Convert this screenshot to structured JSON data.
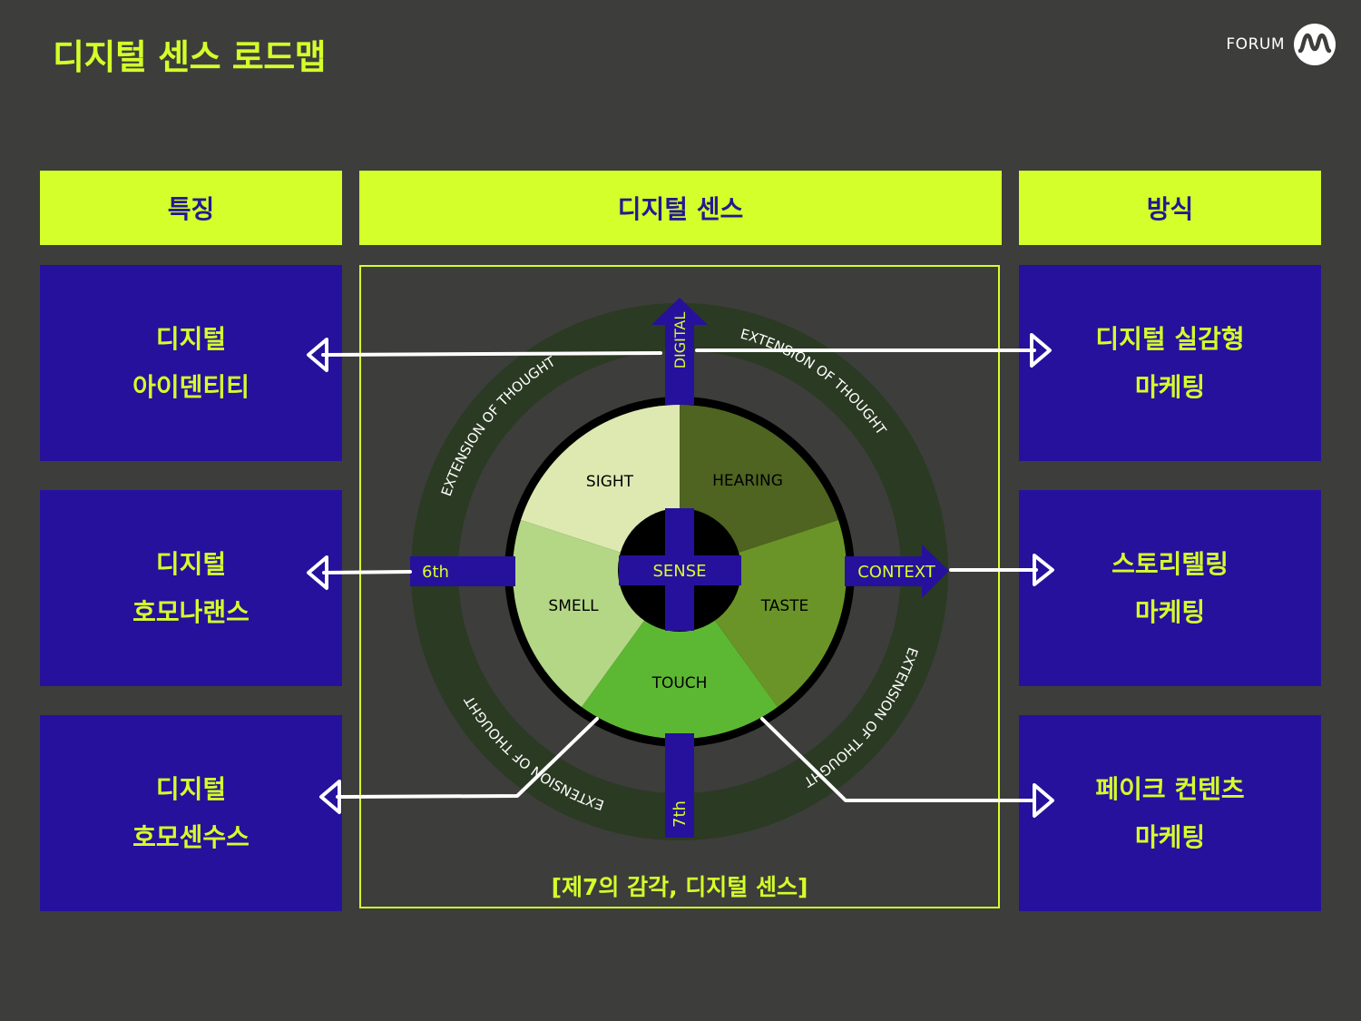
{
  "page_title": "디지털 센스 로드맵",
  "brand": {
    "text": "FORUM",
    "logo_icon": "wave-m-logo-icon"
  },
  "headers": {
    "left": "특징",
    "center": "디지털 센스",
    "right": "방식"
  },
  "left_cards": [
    {
      "line1": "디지털",
      "line2": "아이덴티티"
    },
    {
      "line1": "디지털",
      "line2": "호모나랜스"
    },
    {
      "line1": "디지털",
      "line2": "호모센수스"
    }
  ],
  "right_cards": [
    {
      "line1": "디지털 실감형",
      "line2": "마케팅"
    },
    {
      "line1": "스토리텔링",
      "line2": "마케팅"
    },
    {
      "line1": "페이크 컨텐츠",
      "line2": "마케팅"
    }
  ],
  "diagram": {
    "center": "SENSE",
    "senses": [
      "SIGHT",
      "HEARING",
      "TASTE",
      "TOUCH",
      "SMELL"
    ],
    "arrows": {
      "top": "DIGITAL",
      "right": "CONTEXT",
      "left": "6th",
      "bottom": "7th"
    },
    "ring_text": "EXTENSION OF THOUGHT"
  },
  "caption": "[제7의 감각, 디지털 센스]",
  "colors": {
    "background": "#3d3d3c",
    "accent": "#d4ff2a",
    "card": "#26119c",
    "ring": "#2b3a22",
    "sight": "#dde9b0",
    "hearing": "#4e6420",
    "taste": "#6b9428",
    "touch": "#5cb832",
    "smell": "#b4d786"
  }
}
